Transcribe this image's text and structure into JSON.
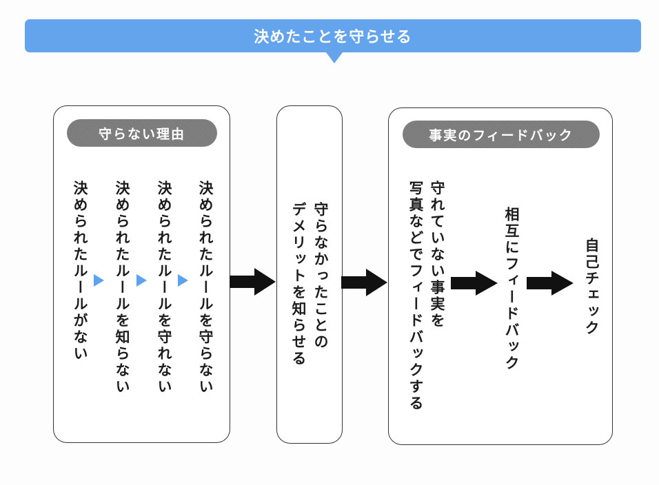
{
  "banner": {
    "title": "決めたことを守らせる",
    "color": "#64a4ec"
  },
  "reasons": {
    "label": "守らない理由",
    "items": [
      "決められたルールがない",
      "決められたルールを知らない",
      "決められたルールを守れない",
      "決められたルールを守らない"
    ]
  },
  "middle": {
    "lines": [
      "守らなかったことの",
      "デメリットを知らせる"
    ]
  },
  "feedback": {
    "label": "事実のフィードバック",
    "steps": [
      {
        "lines": [
          "守れていない事実を",
          "写真などでフィードバックする"
        ]
      },
      {
        "lines": [
          "相互にフィードバック"
        ]
      },
      {
        "lines": [
          "自己チェック"
        ]
      }
    ]
  },
  "icons": {
    "flow_arrow": "right-arrow",
    "step_marker": "right-triangle"
  }
}
